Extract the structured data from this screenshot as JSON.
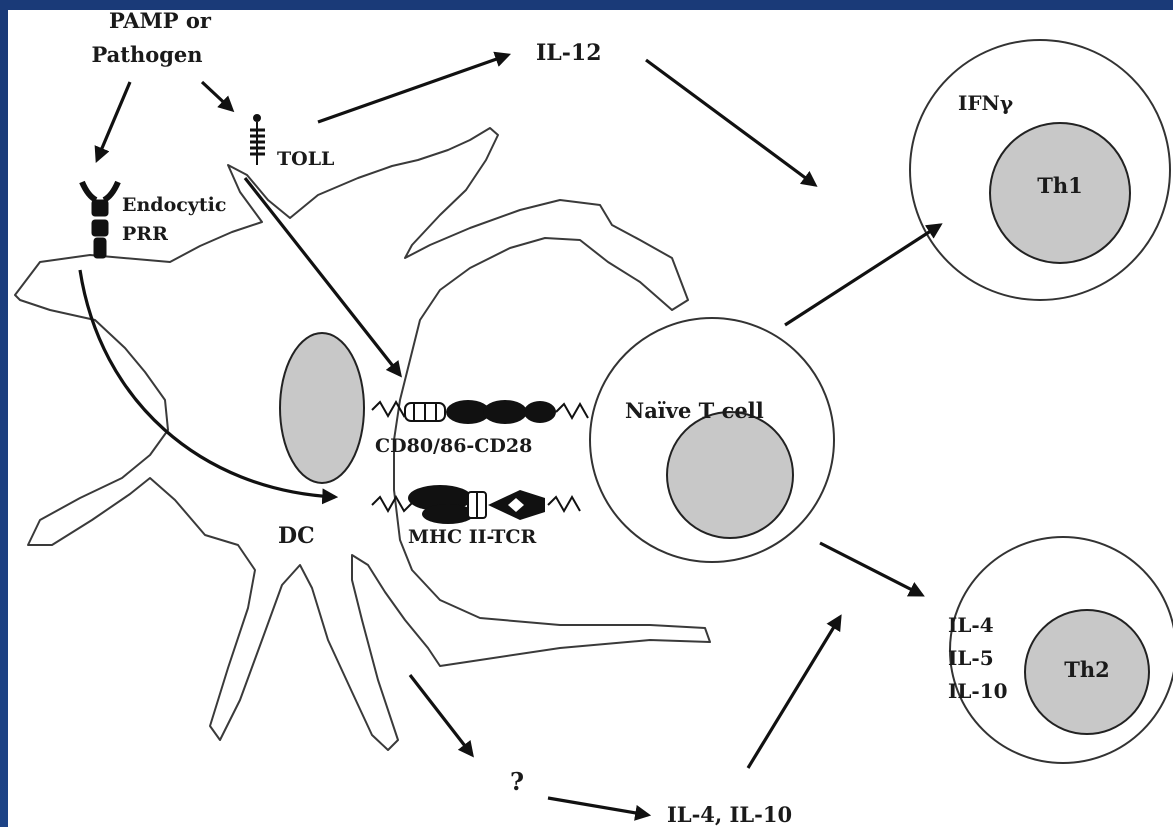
{
  "labels": {
    "pamp": [
      "PAMP or",
      "Pathogen"
    ],
    "toll": "TOLL",
    "endocytic_prr": [
      "Endocytic",
      "PRR"
    ],
    "il12": "IL-12",
    "ifn_gamma": "IFNγ",
    "th1": "Th1",
    "naive_t_cell": "Naïve T cell",
    "cd80_cd28": "CD80/86-CD28",
    "mhc_tcr": "MHC II-TCR",
    "dc": "DC",
    "th2": "Th2",
    "th2_cytokines": [
      "IL-4",
      "IL-5",
      "IL-10"
    ],
    "question": "?",
    "il4_il10": "IL-4, IL-10"
  },
  "colors": {
    "background": "#1d3f7c",
    "panel": "#ffffff",
    "nucleus_fill": "#c8c8c8",
    "ink": "#111111"
  }
}
